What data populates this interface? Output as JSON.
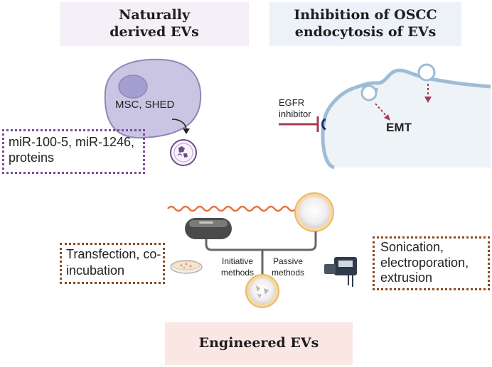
{
  "panels": {
    "natural": {
      "title": "Naturally derived EVs",
      "source_label": "MSC, SHED",
      "cargo_label": "miR-100-5, miR-1246, proteins"
    },
    "inhibition": {
      "title": "Inhibition of OSCC endocytosis of EVs",
      "inhibitor_label": "EGFR inhibitor",
      "outcome_label": "EMT"
    },
    "engineered": {
      "left_methods": "Transfection, co-incubation",
      "right_methods": "Sonication, electroporation, extrusion",
      "initiative_label": "Initiative methods",
      "passive_label": "Passive methods",
      "footer_title": "Engineered EVs"
    }
  },
  "colors": {
    "natural_header_bg": "#f5f0f8",
    "inhibition_header_bg": "#ecf2f8",
    "footer_bg": "#fae7e4",
    "cell_fill": "#c9c5e3",
    "membrane": "#9fbcd6",
    "inhibitor_line": "#a63a53",
    "purple_dotted": "#7b4aa0",
    "brown_dotted": "#8a4a1e",
    "wave": "#e8703a"
  }
}
